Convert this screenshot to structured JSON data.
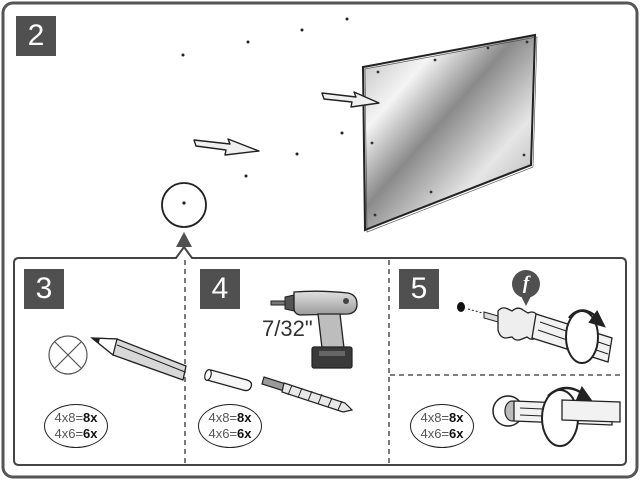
{
  "steps": {
    "step2": {
      "number": "2"
    },
    "step3": {
      "number": "3",
      "quantity": {
        "line1_left": "4x8=",
        "line1_right": "8x",
        "line2_left": "4x6=",
        "line2_right": "6x"
      }
    },
    "step4": {
      "number": "4",
      "drill_size": "7/32\"",
      "quantity": {
        "line1_left": "4x8=",
        "line1_right": "8x",
        "line2_left": "4x6=",
        "line2_right": "6x"
      }
    },
    "step5": {
      "number": "5",
      "fastener_label": "f",
      "quantity": {
        "line1_left": "4x8=",
        "line1_right": "8x",
        "line2_left": "4x6=",
        "line2_right": "6x"
      }
    }
  },
  "colors": {
    "badge": "#505050",
    "outline": "#222222",
    "mirror_light": "#f4f4f4",
    "mirror_dark": "#8a8a8a"
  },
  "icons": [
    "mirror-panel-icon",
    "move-arrow-icon",
    "magnifier-circle-icon",
    "pencil-icon",
    "crossed-circle-mark-icon",
    "power-drill-icon",
    "drill-bit-icon",
    "wall-anchor-icon",
    "screw-icon",
    "screwdriver-icon",
    "rotate-arrow-icon"
  ]
}
